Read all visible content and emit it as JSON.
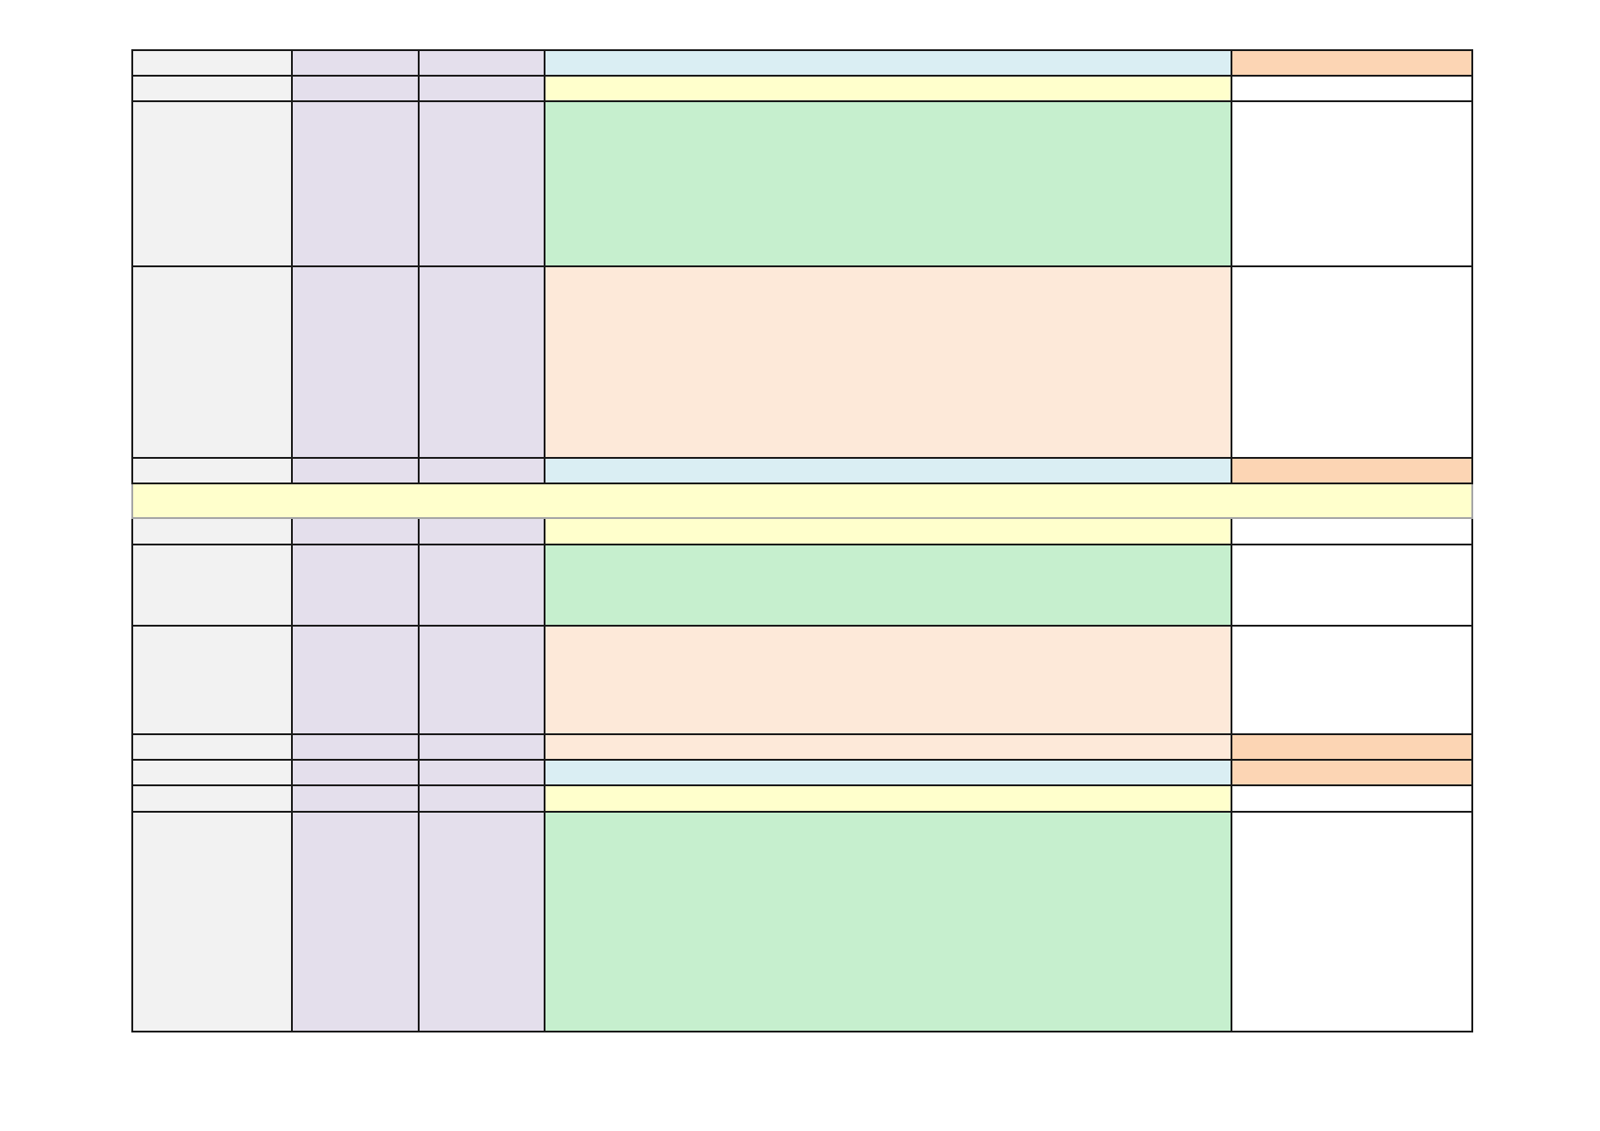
{
  "colors": {
    "label_col": "#f2f2f2",
    "purple": "#e4dfec",
    "blue": "#daeef3",
    "orange": "#fcd5b4",
    "yellow": "#ffffcc",
    "green": "#c6efce",
    "peach": "#fde9d9",
    "white": "#ffffff",
    "band": "#ffffcc"
  },
  "rows": [
    {
      "cls": "h30",
      "fills": [
        "label_col",
        "purple",
        "purple",
        "blue",
        "orange"
      ]
    },
    {
      "cls": "h30",
      "fills": [
        "label_col",
        "purple",
        "purple",
        "yellow",
        "white"
      ]
    },
    {
      "cls": "h183",
      "fills": [
        "label_col",
        "purple",
        "purple",
        "green",
        "white"
      ]
    },
    {
      "cls": "h212",
      "fills": [
        "label_col",
        "purple",
        "purple",
        "peach",
        "white"
      ]
    },
    {
      "cls": "h30",
      "fills": [
        "label_col",
        "purple",
        "purple",
        "blue",
        "orange"
      ]
    },
    {
      "cls": "h40",
      "fills": [
        "band"
      ],
      "span": 5
    },
    {
      "cls": "h31",
      "fills": [
        "label_col",
        "purple",
        "purple",
        "yellow",
        "white"
      ]
    },
    {
      "cls": "h91",
      "fills": [
        "label_col",
        "purple",
        "purple",
        "green",
        "white"
      ]
    },
    {
      "cls": "h121",
      "fills": [
        "label_col",
        "purple",
        "purple",
        "peach",
        "white"
      ]
    },
    {
      "cls": "h30",
      "fills": [
        "label_col",
        "purple",
        "purple",
        "peach",
        "orange"
      ]
    },
    {
      "cls": "h30",
      "fills": [
        "label_col",
        "purple",
        "purple",
        "blue",
        "orange"
      ]
    },
    {
      "cls": "h31",
      "fills": [
        "label_col",
        "purple",
        "purple",
        "yellow",
        "white"
      ]
    },
    {
      "cls": "h243",
      "fills": [
        "label_col",
        "purple",
        "purple",
        "green",
        "white"
      ]
    }
  ]
}
